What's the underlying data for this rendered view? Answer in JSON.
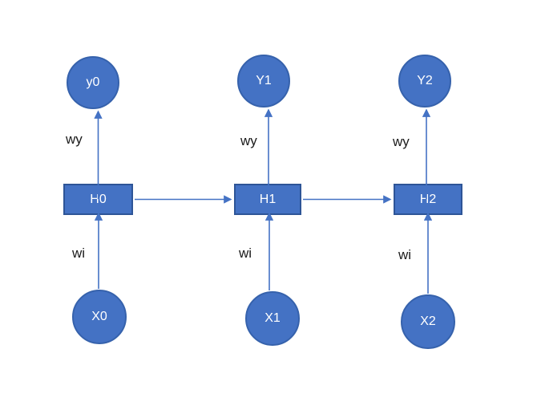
{
  "diagram": {
    "nodes": {
      "outputs": [
        {
          "label": "y0"
        },
        {
          "label": "Y1"
        },
        {
          "label": "Y2"
        }
      ],
      "hidden": [
        {
          "label": "H0"
        },
        {
          "label": "H1"
        },
        {
          "label": "H2"
        }
      ],
      "inputs": [
        {
          "label": "X0"
        },
        {
          "label": "X1"
        },
        {
          "label": "X2"
        }
      ]
    },
    "edge_labels": {
      "wy": [
        "wy",
        "wy",
        "wy"
      ],
      "wi": [
        "wi",
        "wi",
        "wi"
      ]
    },
    "colors": {
      "node_fill": "#4472C4",
      "node_border": "#2E5597",
      "arrow": "#4472C4",
      "node_text": "#FFFFFF",
      "edge_label_text": "#1A1A1A",
      "background": "#FFFFFF"
    }
  }
}
